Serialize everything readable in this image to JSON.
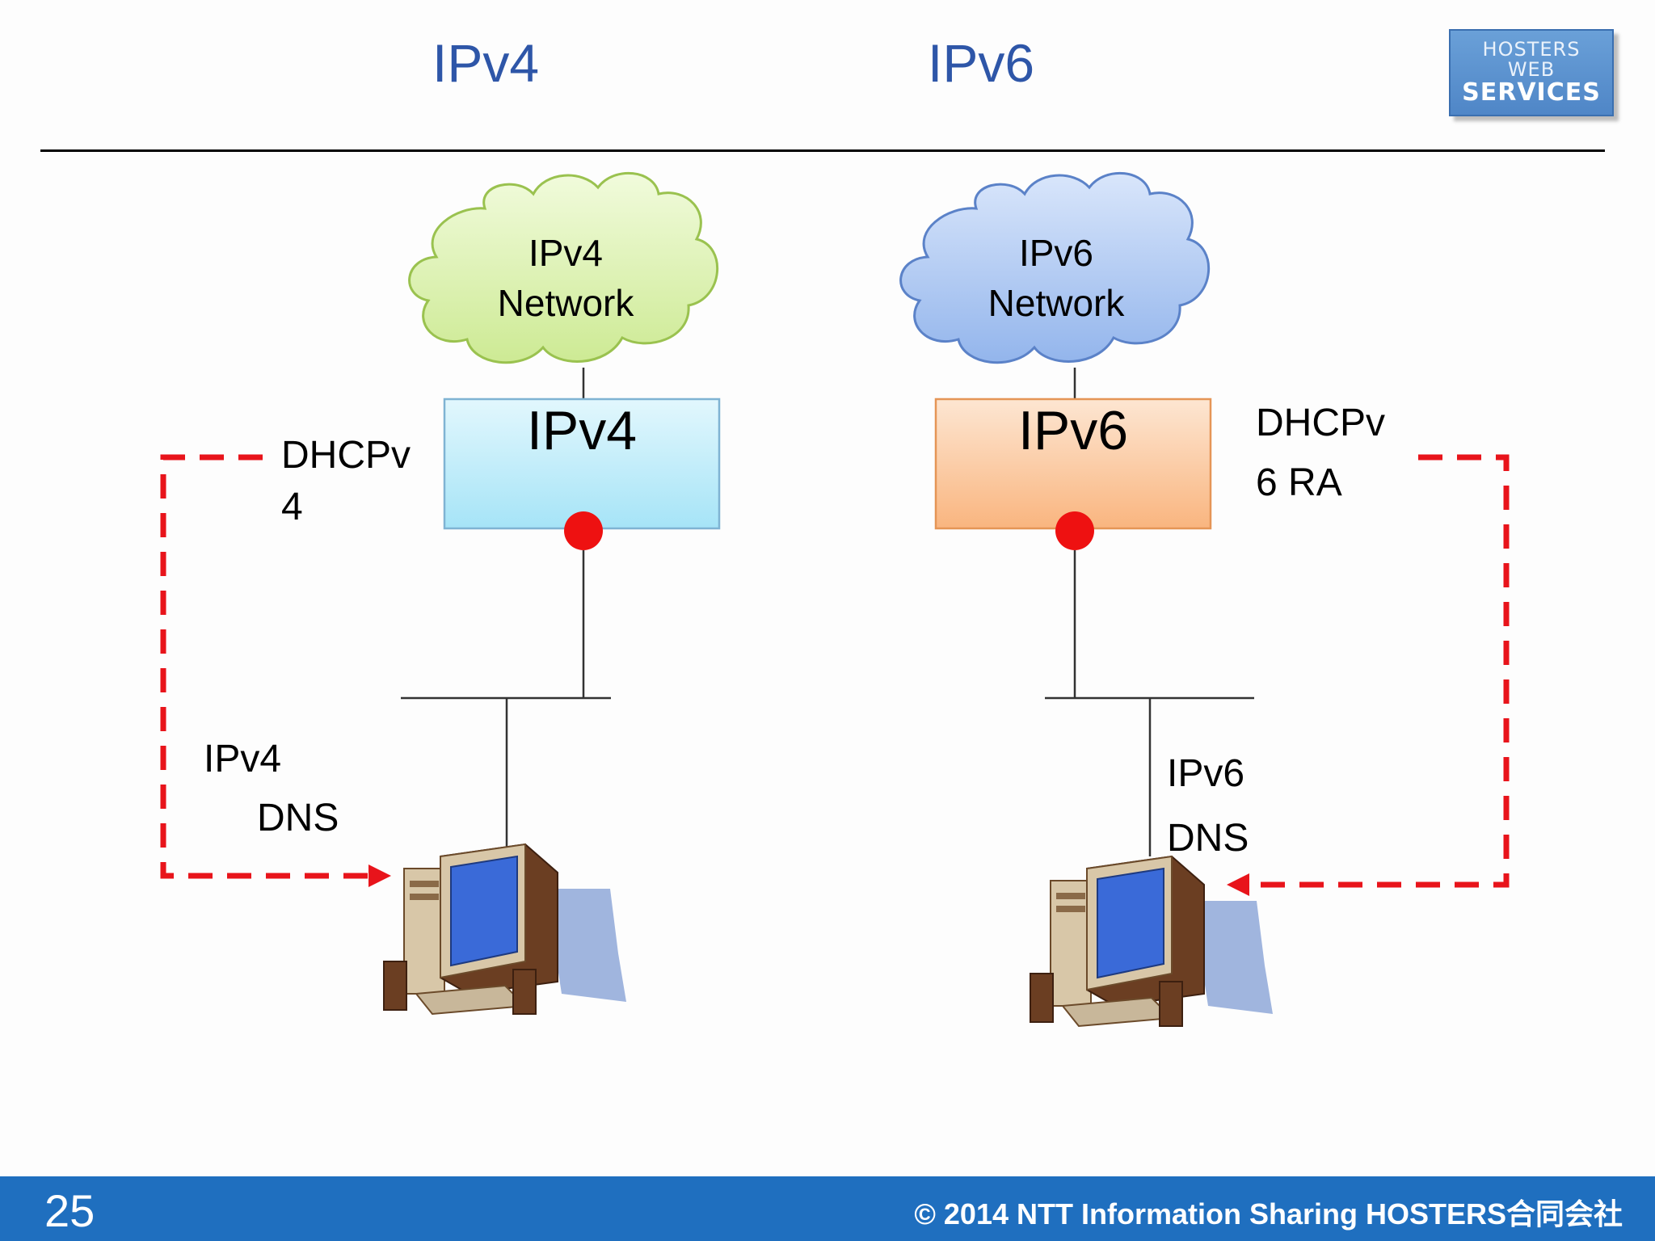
{
  "header": {
    "title_left": "IPv4",
    "title_right": "IPv6",
    "logo": {
      "line1": "HOSTERS",
      "line2": "WEB",
      "line3": "SERVICES"
    }
  },
  "diagram": {
    "left": {
      "cloud_line1": "IPv4",
      "cloud_line2": "Network",
      "router_label": "IPv4",
      "dhcp_line1": "DHCPv",
      "dhcp_line2": "4",
      "dns_line1": "IPv4",
      "dns_line2": "DNS"
    },
    "right": {
      "cloud_line1": "IPv6",
      "cloud_line2": "Network",
      "router_label": "IPv6",
      "dhcp_line1": "DHCPv",
      "dhcp_line2": "6 RA",
      "dns_line1": "IPv6",
      "dns_line2": "DNS"
    }
  },
  "colors": {
    "title_blue": "#2e56a8",
    "cloud_green": "#d8f0a8",
    "cloud_blue": "#a9c4f0",
    "router_blue": "#c2ecfa",
    "router_orange": "#fbcda4",
    "dashed_arrow_red": "#e8141b",
    "footer_blue": "#1f6fbf"
  },
  "footer": {
    "page_number": "25",
    "copyright": "© 2014 NTT Information Sharing  HOSTERS合同会社"
  }
}
